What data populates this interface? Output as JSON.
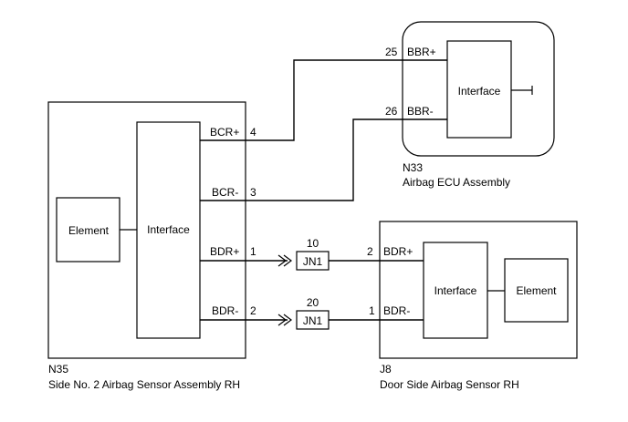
{
  "modules": {
    "n35": {
      "code": "N35",
      "name": "Side No. 2 Airbag Sensor Assembly RH",
      "element_label": "Element",
      "interface_label": "Interface"
    },
    "n33": {
      "code": "N33",
      "name": "Airbag ECU Assembly",
      "interface_label": "Interface"
    },
    "j8": {
      "code": "J8",
      "name": "Door Side Airbag Sensor RH",
      "interface_label": "Interface",
      "element_label": "Element"
    }
  },
  "pins": {
    "n35_bcr_plus": {
      "signal": "BCR+",
      "pin": "4"
    },
    "n35_bcr_minus": {
      "signal": "BCR-",
      "pin": "3"
    },
    "n35_bdr_plus": {
      "signal": "BDR+",
      "pin": "1"
    },
    "n35_bdr_minus": {
      "signal": "BDR-",
      "pin": "2"
    },
    "n33_bbr_plus": {
      "signal": "BBR+",
      "pin": "25"
    },
    "n33_bbr_minus": {
      "signal": "BBR-",
      "pin": "26"
    },
    "j8_bdr_plus": {
      "signal": "BDR+",
      "pin": "2"
    },
    "j8_bdr_minus": {
      "signal": "BDR-",
      "pin": "1"
    }
  },
  "junctions": [
    {
      "label": "JN1",
      "pin": "10"
    },
    {
      "label": "JN1",
      "pin": "20"
    }
  ]
}
